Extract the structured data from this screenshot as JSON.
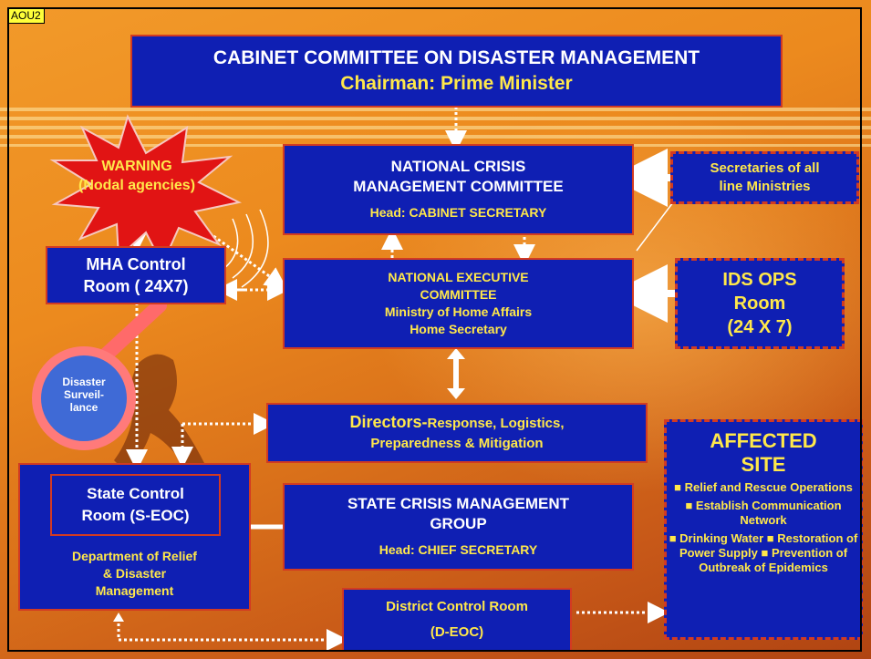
{
  "tag": "AOU2",
  "cabinet": {
    "title": "CABINET COMMITTEE ON DISASTER MANAGEMENT",
    "sub": "Chairman: Prime Minister"
  },
  "warning": {
    "line1": "WARNING",
    "line2": "(Nodal agencies)"
  },
  "ncmc": {
    "line1": "NATIONAL CRISIS",
    "line2": "MANAGEMENT COMMITTEE",
    "head": "Head: CABINET SECRETARY"
  },
  "secretaries": {
    "line1": "Secretaries of all",
    "line2": "line Ministries"
  },
  "mha": {
    "line1": "MHA Control",
    "line2": "Room ( 24X7)"
  },
  "nec": {
    "line1": "NATIONAL EXECUTIVE",
    "line2": "COMMITTEE",
    "line3": "Ministry of Home Affairs",
    "line4": "Home Secretary"
  },
  "ids": {
    "line1": "IDS OPS",
    "line2": "Room",
    "line3": "(24 X 7)"
  },
  "surveillance": {
    "line1": "Disaster",
    "line2": "Surveil-",
    "line3": "lance"
  },
  "directors": {
    "strong": "Directors-",
    "rest": "Response, Logistics,",
    "line2": "Preparedness & Mitigation"
  },
  "state_control": {
    "line1": "State Control",
    "line2": "Room (S-EOC)",
    "dept1": "Department of Relief",
    "dept2": "& Disaster",
    "dept3": "Management"
  },
  "scmg": {
    "line1": "STATE CRISIS MANAGEMENT",
    "line2": "GROUP",
    "head": "Head: CHIEF SECRETARY"
  },
  "district": {
    "line1": "District Control Room",
    "line2": "(D-EOC)"
  },
  "affected": {
    "line1": "AFFECTED",
    "line2": "SITE",
    "bullets": [
      "■ Relief and Rescue Operations",
      "■ Establish Communication Network",
      "■ Drinking Water ■ Restoration of Power Supply ■ Prevention of Outbreak of Epidemics"
    ]
  },
  "colors": {
    "box_fill": "#0f1fb3",
    "box_border": "#d23a22",
    "warning_fill": "#e11414",
    "text_yellow": "#ffe84a"
  }
}
